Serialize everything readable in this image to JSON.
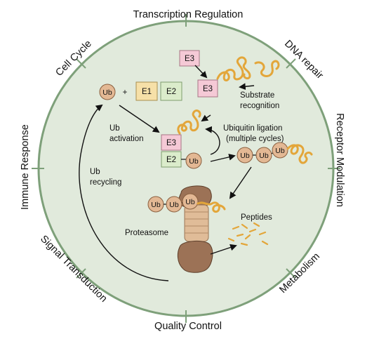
{
  "outer_labels": {
    "top": "Transcription Regulation",
    "top_left": "Cell Cycle",
    "top_right": "DNA repair",
    "right": "Receptor Modulation",
    "left": "Immune Response",
    "bottom_left": "Signal Transduction",
    "bottom_right": "Metabolism",
    "bottom": "Quality Control"
  },
  "cycle": {
    "ub": "Ub",
    "plus": "+",
    "e1": "E1",
    "e2": "E2",
    "e3": "E3",
    "ub_activation_1": "Ub",
    "ub_activation_2": "activation",
    "substrate_1": "Substrate",
    "substrate_2": "recognition",
    "ligation_1": "Ubiquitin ligation",
    "ligation_2": "(multiple cycles)",
    "recycling_1": "Ub",
    "recycling_2": "recycling",
    "proteasome": "Proteasome",
    "peptides": "Peptides"
  },
  "colors": {
    "circle_fill": "#e1eadc",
    "circle_stroke": "#7ea07a",
    "e1_fill": "#f6e0a8",
    "e2_fill": "#dbeccb",
    "e3_fill": "#f5c9d6",
    "ub_fill": "#e3b894",
    "substrate": "#e3a63a",
    "proteasome_core": "#e0bc98",
    "proteasome_cap": "#9c7256"
  }
}
